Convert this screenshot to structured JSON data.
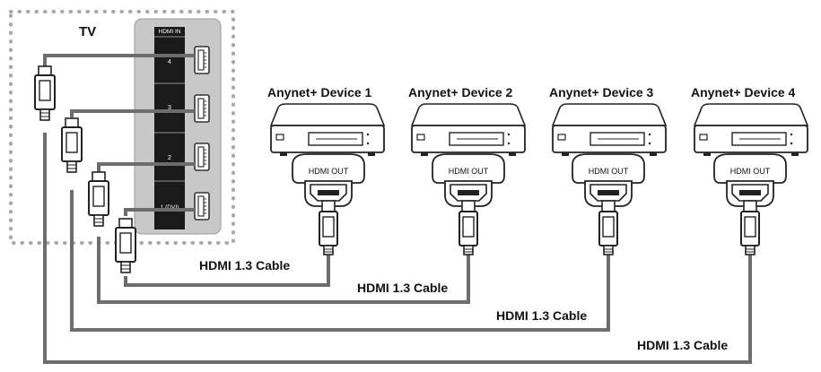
{
  "tv": {
    "label": "TV",
    "panel_title": "HDMI IN",
    "ports": [
      "4",
      "3",
      "2",
      "1 (DVI)"
    ]
  },
  "devices": [
    {
      "label": "Anynet+ Device 1",
      "port_label": "HDMI OUT"
    },
    {
      "label": "Anynet+ Device 2",
      "port_label": "HDMI OUT"
    },
    {
      "label": "Anynet+ Device 3",
      "port_label": "HDMI OUT"
    },
    {
      "label": "Anynet+ Device 4",
      "port_label": "HDMI OUT"
    }
  ],
  "cables": [
    {
      "label": "HDMI 1.3 Cable"
    },
    {
      "label": "HDMI 1.3 Cable"
    },
    {
      "label": "HDMI 1.3 Cable"
    },
    {
      "label": "HDMI 1.3 Cable"
    }
  ],
  "colors": {
    "cable": "#6d6d6d",
    "panel": "#c8c8c8",
    "port_strip": "#1a1a1a",
    "dotted_border": "#a8a8a8"
  }
}
